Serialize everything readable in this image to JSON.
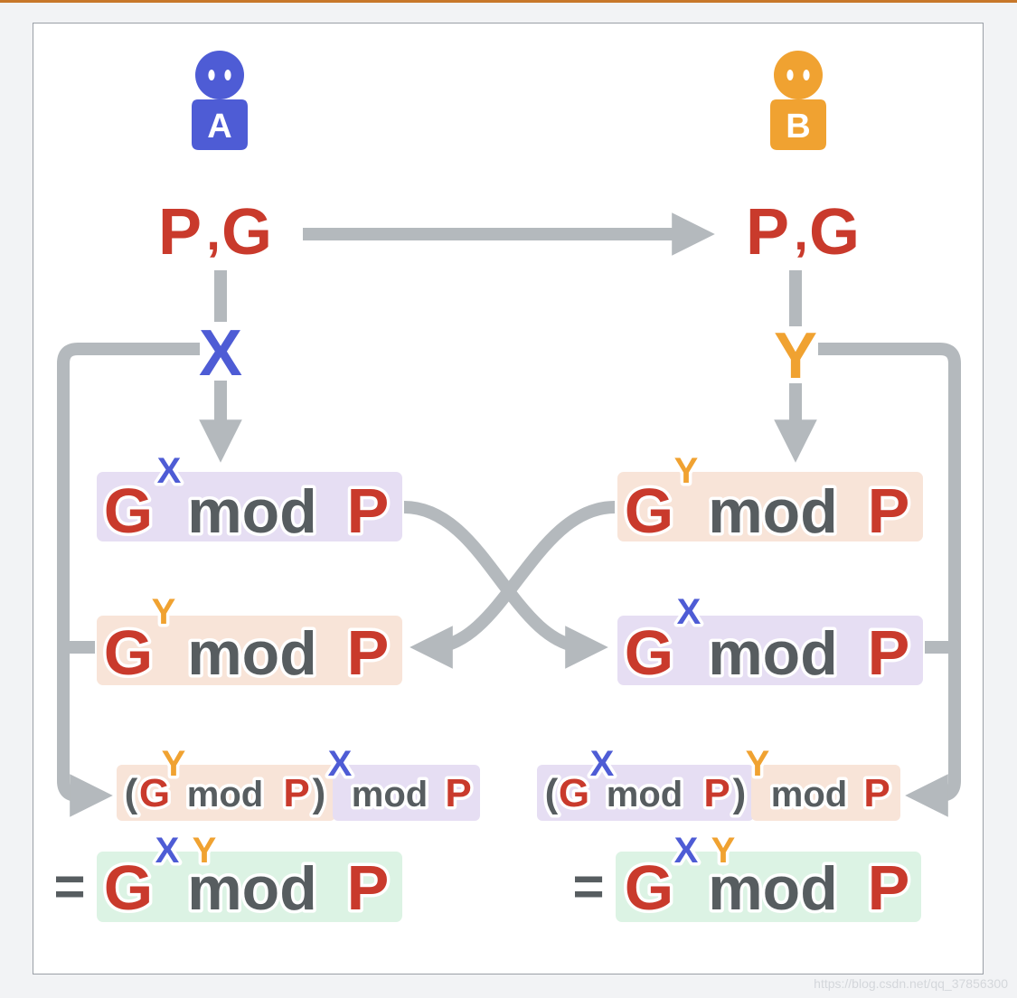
{
  "colors": {
    "page_bar": "#c7772a",
    "red": "#c93a2c",
    "blue": "#4e5cd5",
    "orange": "#f0a231",
    "gray_text": "#575d60",
    "arrow": "#b4b9bd",
    "box_x": "#e6def3",
    "box_y": "#f8e4d8",
    "box_xy": "#dcf3e4",
    "white": "#ffffff"
  },
  "icons": {
    "person_a": "person-icon",
    "person_b": "person-icon"
  },
  "person_a": {
    "label": "A"
  },
  "person_b": {
    "label": "B"
  },
  "shared": {
    "p": "P",
    "comma": ",",
    "g": "G"
  },
  "secret_a": "X",
  "secret_b": "Y",
  "formula": {
    "g": "G",
    "mod": "mod",
    "p": "P",
    "open": "(",
    "close": ")",
    "equals": "="
  },
  "watermark": "https://blog.csdn.net/qq_37856300"
}
